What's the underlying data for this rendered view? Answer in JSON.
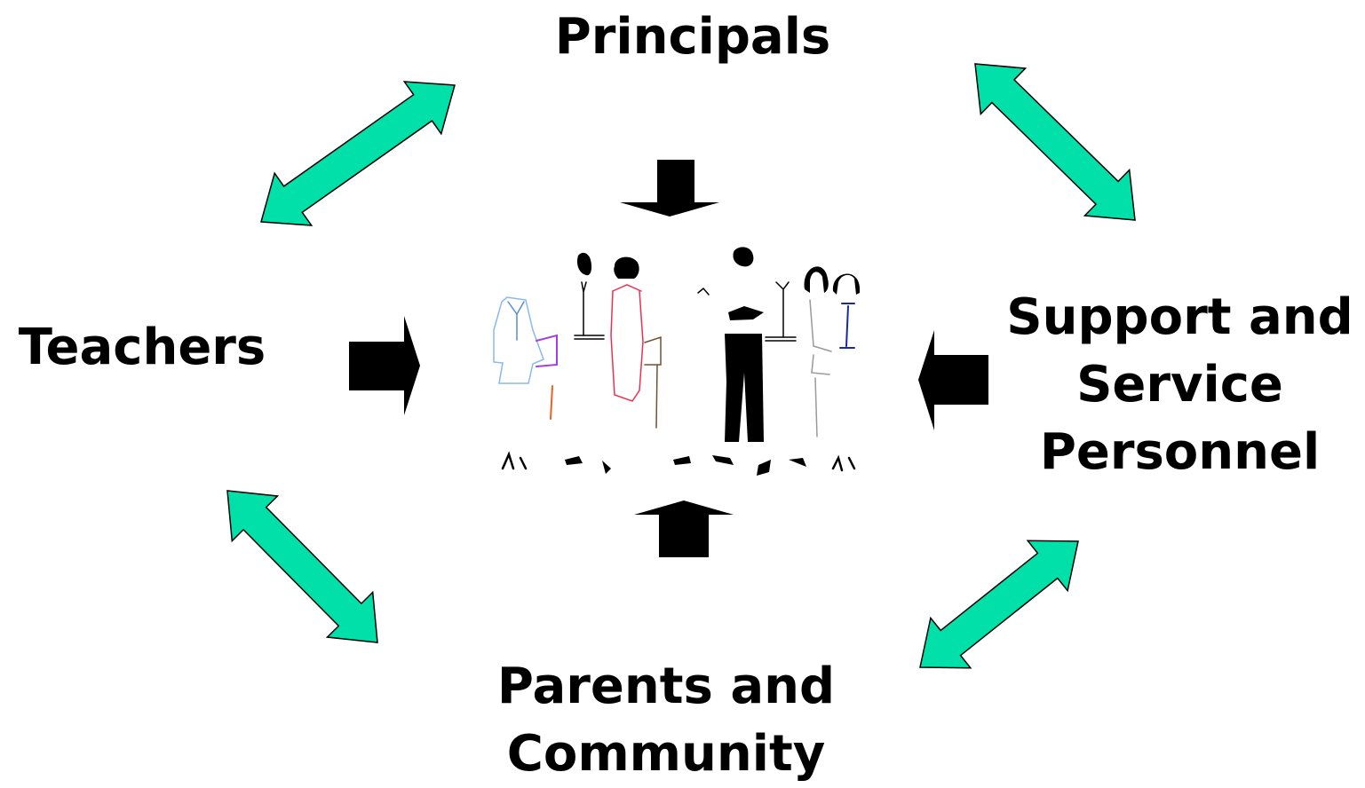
{
  "diagram": {
    "nodes": {
      "principals": "Principals",
      "teachers": "Teachers",
      "support": "Support and\nService\nPersonnel",
      "parents": "Parents and\nCommunity"
    },
    "center_icon": "people-group-icon",
    "colors": {
      "double_arrow_fill": "#00e0a8",
      "double_arrow_stroke": "#000000",
      "block_arrow": "#000000"
    }
  }
}
